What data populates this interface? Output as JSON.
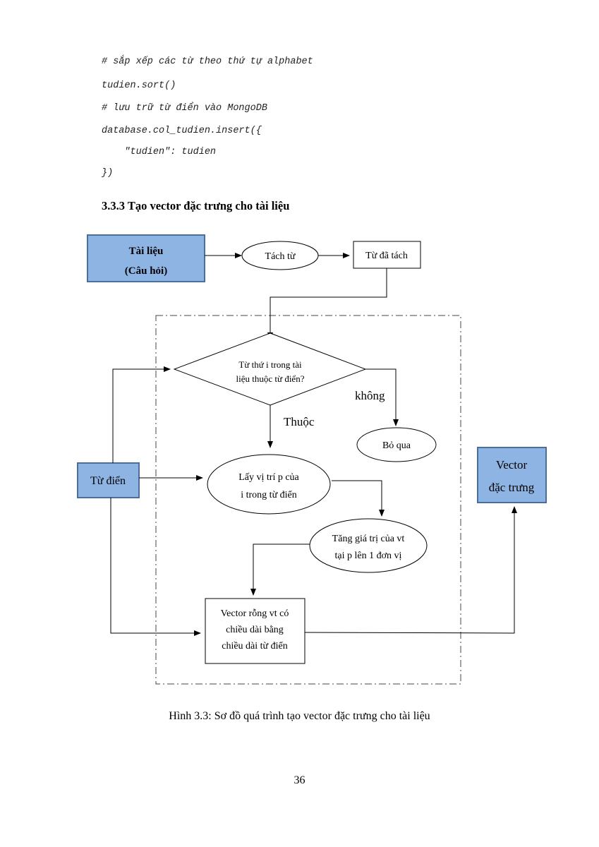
{
  "code": {
    "lines": [
      "# sắp xếp các từ theo thứ tự alphabet",
      "tudien.sort()",
      "# lưu trữ từ điển vào MongoDB",
      "database.col_tudien.insert({",
      "    \"tudien\": tudien",
      "})"
    ]
  },
  "section": {
    "heading": "3.3.3 Tạo vector đặc trưng cho tài liệu"
  },
  "diagram": {
    "tai_lieu": {
      "line1": "Tài liệu",
      "line2": "(Câu hỏi)"
    },
    "tach_tu": "Tách từ",
    "tu_da_tach": "Từ đã tách",
    "decision": {
      "line1": "Từ thứ i trong tài",
      "line2": "liệu thuộc từ điển?"
    },
    "label_khong": "không",
    "label_thuoc": "Thuộc",
    "bo_qua": "Bỏ qua",
    "tu_dien": "Từ điển",
    "lay_vi_tri": {
      "line1": "Lấy vị trí p của",
      "line2": "i trong từ điển"
    },
    "tang_gia_tri": {
      "line1": "Tăng giá trị của vt",
      "line2": "tại p lên 1 đơn vị"
    },
    "vector_rong": {
      "line1": "Vector rỗng vt có",
      "line2": "chiều dài bằng",
      "line3": "chiều dài từ điển"
    },
    "vector_dac_trung": {
      "line1": "Vector",
      "line2": "đặc trưng"
    },
    "colors": {
      "accent_box": "#8eb4e3",
      "accent_border": "#4a6f9c"
    }
  },
  "caption": "Hình 3.3: Sơ đồ quá trình tạo vector đặc trưng cho tài liệu",
  "page_number": "36"
}
